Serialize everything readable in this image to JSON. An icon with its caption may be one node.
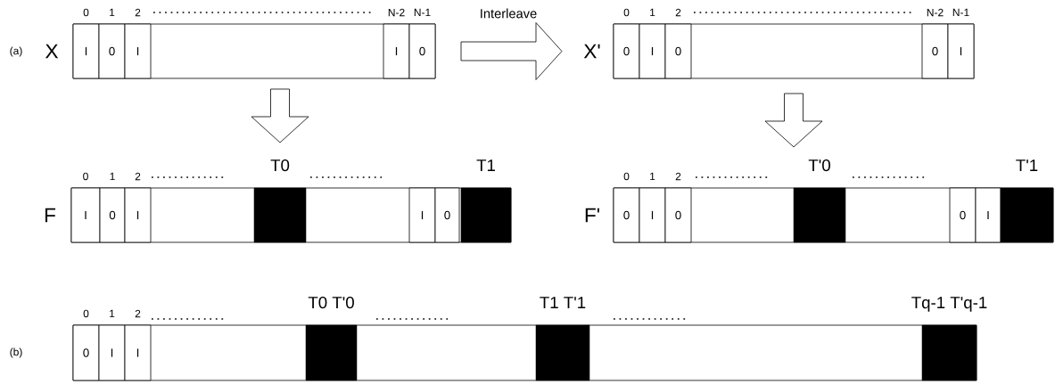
{
  "diagram": {
    "nodes": [
      {
        "text": [
          "X"
        ]
      },
      {
        "text": [
          "I"
        ],
        "in": 0,
        "beside": [
          "0"
        ]
      },
      {
        "text": [
          "0"
        ],
        "in": 0,
        "beside": [
          "1"
        ]
      },
      {
        "text": [
          "I"
        ],
        "in": 0,
        "beside": [
          "2"
        ]
      },
      {
        "text": [
          "I"
        ],
        "in": 0,
        "beside": [
          "N-2"
        ]
      },
      {
        "text": [
          "0"
        ],
        "in": 0,
        "beside": [
          "N-1"
        ]
      },
      {
        "text": [
          "X'"
        ]
      },
      {
        "text": [
          "0"
        ],
        "in": 6,
        "beside": [
          "0"
        ]
      },
      {
        "text": [
          "I"
        ],
        "in": 6,
        "beside": [
          "1"
        ]
      },
      {
        "text": [
          "0"
        ],
        "in": 6,
        "beside": [
          "2"
        ]
      },
      {
        "text": [
          "0"
        ],
        "in": 6,
        "beside": [
          "N-2"
        ]
      },
      {
        "text": [
          "I"
        ],
        "in": 6,
        "beside": [
          "N-1"
        ]
      },
      {
        "text": [
          "F"
        ]
      },
      {
        "text": [
          "I"
        ],
        "in": 12,
        "beside": [
          "0"
        ]
      },
      {
        "text": [
          "0"
        ],
        "in": 12,
        "beside": [
          "1"
        ]
      },
      {
        "text": [
          "I"
        ],
        "in": 12,
        "beside": [
          "2"
        ]
      },
      {
        "text": [
          "I"
        ],
        "in": 12
      },
      {
        "text": [
          "0"
        ],
        "in": 12
      },
      {
        "text": [],
        "shape": "box",
        "in": 12,
        "beside": [
          "T0"
        ]
      },
      {
        "text": [],
        "shape": "box",
        "in": 12,
        "beside": [
          "T1"
        ]
      },
      {
        "text": [
          "F'"
        ]
      },
      {
        "text": [
          "0"
        ],
        "in": 20,
        "beside": [
          "0"
        ]
      },
      {
        "text": [
          "I"
        ],
        "in": 20,
        "beside": [
          "1"
        ]
      },
      {
        "text": [
          "0"
        ],
        "in": 20,
        "beside": [
          "2"
        ]
      },
      {
        "text": [
          "0"
        ],
        "in": 20
      },
      {
        "text": [
          "I"
        ],
        "in": 20
      },
      {
        "text": [],
        "shape": "box",
        "in": 20,
        "beside": [
          "T'0"
        ]
      },
      {
        "text": [],
        "shape": "box",
        "in": 20,
        "beside": [
          "T'1"
        ]
      },
      {
        "text": [],
        "shape": "box"
      },
      {
        "text": [
          "0"
        ],
        "in": 28,
        "beside": [
          "0"
        ]
      },
      {
        "text": [
          "I"
        ],
        "in": 28,
        "beside": [
          "1"
        ]
      },
      {
        "text": [
          "I"
        ],
        "in": 28,
        "beside": [
          "2"
        ]
      },
      {
        "text": [],
        "shape": "box",
        "in": 28,
        "beside": [
          "T0 T'0"
        ]
      },
      {
        "text": [],
        "shape": "box",
        "in": 28,
        "beside": [
          "T1 T'1"
        ]
      },
      {
        "text": [],
        "shape": "box",
        "in": 28,
        "beside": [
          "Tq-1 T'q-1"
        ]
      }
    ],
    "edges": [
      {
        "from": 0,
        "to": 6,
        "arrow": "to",
        "label": "Interleave"
      },
      {
        "from": 0,
        "to": 12,
        "arrow": "to"
      },
      {
        "from": 6,
        "to": 20,
        "arrow": "to"
      }
    ],
    "labels": [
      "(a)",
      "(b)"
    ]
  }
}
